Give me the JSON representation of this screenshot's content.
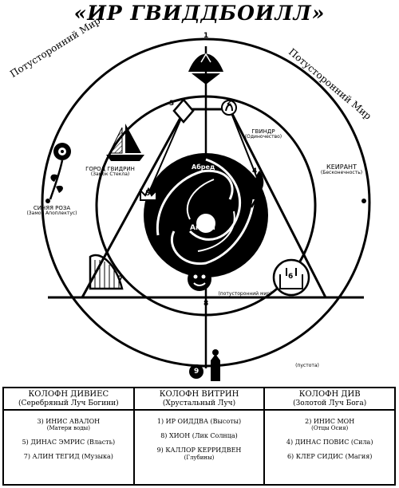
{
  "title": "«ИР ГВИДДБОИЛЛ»",
  "worlds": {
    "left": "Потусторонний Мир",
    "right": "Потусторонний Мир"
  },
  "labels": {
    "abred": "Абред",
    "annon": "Аннон",
    "mir": "мир",
    "potustoronniy": "(потусторонний мир)",
    "keirant": "КЕИРАНТ",
    "keirant_sub": "(Бесконечность)",
    "gorod": "ГОРОД ГВИДРИН",
    "gorod_sub": "(Замок Стекла)",
    "sinyaya_roza": "СИНЯЯ РОЗА",
    "sinyaya_roza_sub": "(Замок Апоплектус)",
    "gvindr": "ГВИНДР",
    "gvindr_sub": "(Одиночество)",
    "pustota": "(пустота)"
  },
  "numbers": [
    "1",
    "2",
    "3",
    "4",
    "5",
    "6",
    "7",
    "8",
    "9"
  ],
  "table": {
    "col1": {
      "title": "КОЛОФН ДИВИЕС",
      "subtitle": "(Серебряный Луч Богини)",
      "items": [
        {
          "name": "3) ИНИС АВАЛОН",
          "sub": "(Матери воды)"
        },
        {
          "name": "5) ДИНАС ЭМРИС (Власть)",
          "sub": ""
        },
        {
          "name": "7) АЛИН ТЕГИД (Музыка)",
          "sub": ""
        }
      ]
    },
    "col2": {
      "title": "КОЛОФН ВИТРИН",
      "subtitle": "(Хрустальный Луч)",
      "items": [
        {
          "name": "1) ИР ОИДДВА (Высоты)",
          "sub": ""
        },
        {
          "name": "8) ХИОН (Лик Солнца)",
          "sub": ""
        },
        {
          "name": "9) КАЛЛОР КЕРРИДВЕН",
          "sub": "(Глубины)"
        }
      ]
    },
    "col3": {
      "title": "КОЛОФН ДИВ",
      "subtitle": "(Золотой Луч Бога)",
      "items": [
        {
          "name": "2) ИНИС МОН",
          "sub": "(Отцы Осия)"
        },
        {
          "name": "4) ДИНАС ПОВИС (Сила)",
          "sub": ""
        },
        {
          "name": "6) КЛЕР СИДИС (Магия)",
          "sub": ""
        }
      ]
    }
  }
}
